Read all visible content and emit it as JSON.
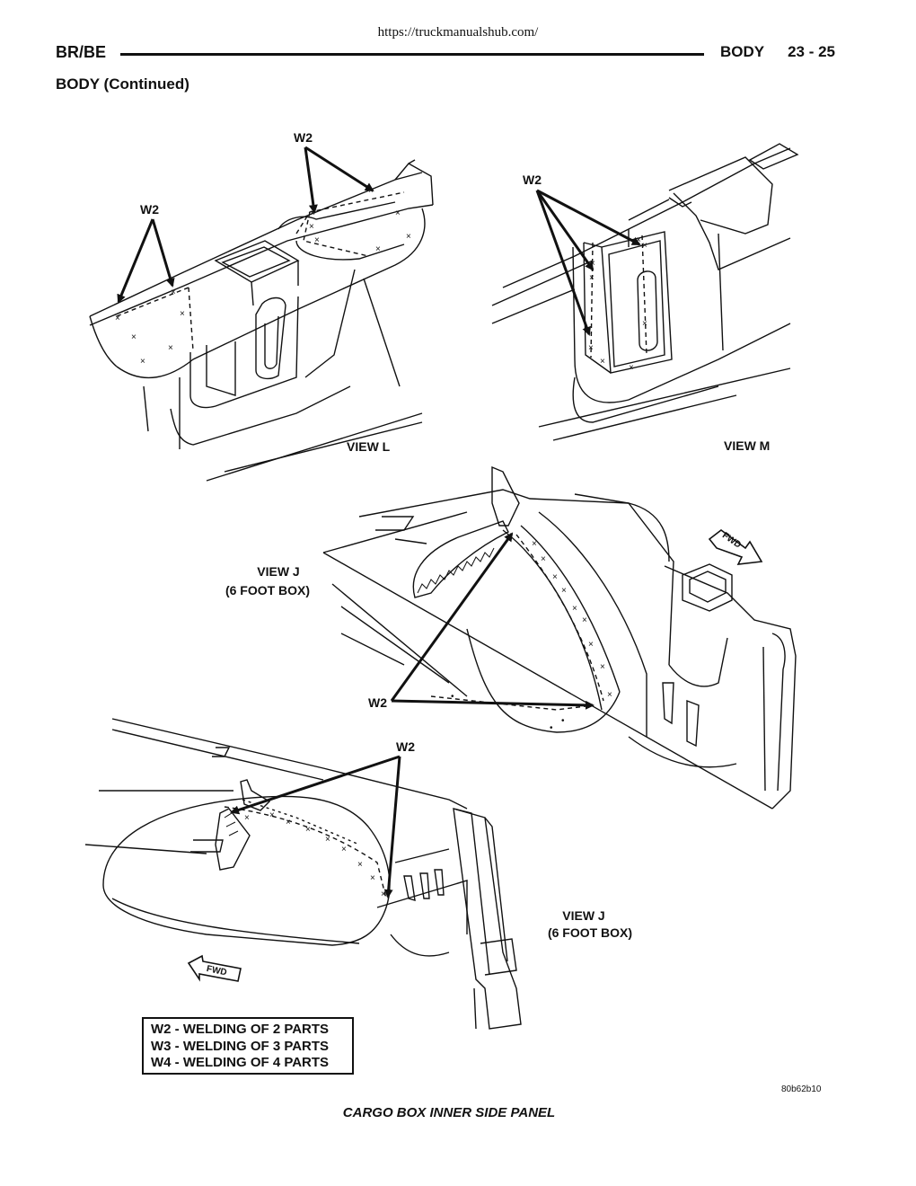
{
  "source_url": "https://truckmanualshub.com/",
  "header": {
    "left": "BR/BE",
    "section": "BODY",
    "page": "23 - 25"
  },
  "subheading": "BODY (Continued)",
  "views": {
    "view_l": {
      "title": "VIEW L",
      "callouts": [
        "W2",
        "W2"
      ]
    },
    "view_m": {
      "title": "VIEW M",
      "callouts": [
        "W2"
      ]
    },
    "view_j_upper": {
      "title_line1": "VIEW J",
      "title_line2": "(6 FOOT BOX)",
      "callouts": [
        "W2"
      ],
      "arrow": "FWD"
    },
    "view_j_lower": {
      "title_line1": "VIEW J",
      "title_line2": "(6 FOOT BOX)",
      "callouts": [
        "W2"
      ],
      "arrow": "FWD"
    }
  },
  "legend": [
    "W2 - WELDING OF 2 PARTS",
    "W3 - WELDING OF 3 PARTS",
    "W4 - WELDING OF 4 PARTS"
  ],
  "figure_ref": "80b62b10",
  "caption": "CARGO BOX INNER SIDE PANEL"
}
